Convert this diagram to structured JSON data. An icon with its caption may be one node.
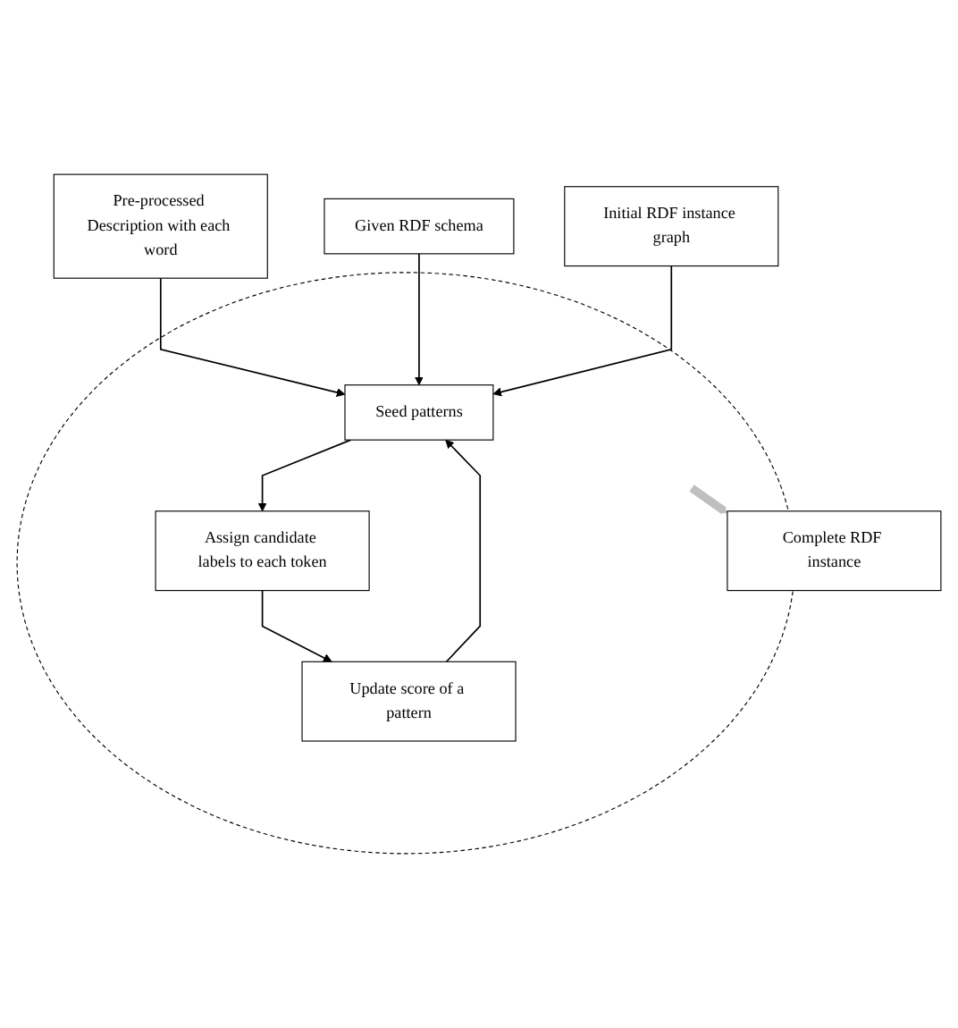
{
  "diagram": {
    "nodes": [
      {
        "text": [
          "Pre-processed Description with each word"
        ]
      },
      {
        "text": [],
        "shape": "circle"
      },
      {
        "text": [
          "Seed patterns"
        ],
        "in": 1
      },
      {
        "text": [
          "Assign candidate labels to each token"
        ],
        "in": 1
      },
      {
        "text": [
          "Update score of a pattern"
        ],
        "in": 1
      },
      {
        "text": [
          "Given RDF schema"
        ]
      },
      {
        "text": [
          "Initial RDF instance graph"
        ]
      },
      {
        "text": [
          "Complete RDF instance"
        ]
      }
    ],
    "edges": [
      {
        "from": 0,
        "to": 2,
        "arrow": "to"
      },
      {
        "from": 5,
        "to": 2,
        "arrow": "to"
      },
      {
        "from": 6,
        "to": 2,
        "arrow": "to"
      },
      {
        "from": 2,
        "to": 3,
        "arrow": "to"
      },
      {
        "from": 3,
        "to": 4,
        "arrow": "to"
      },
      {
        "from": 4,
        "to": 2,
        "arrow": "to"
      },
      {
        "from": 1,
        "to": 7,
        "arrow": "to",
        "style": "thick",
        "color": "#bfbfbf"
      }
    ]
  }
}
